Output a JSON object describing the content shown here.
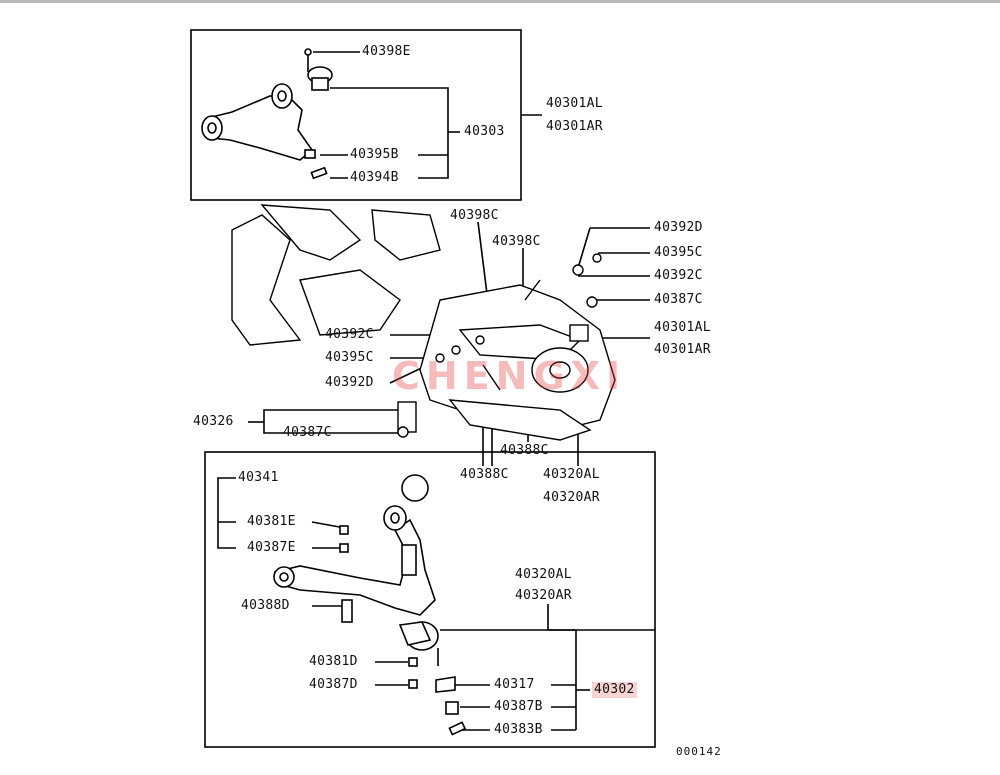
{
  "watermark": "CHENGXI",
  "highlight_color": "#f8d3d3",
  "diagram_code": "000142",
  "labels": {
    "upper_inset_40398E": "40398E",
    "upper_inset_40395B": "40395B",
    "upper_inset_40394B": "40394B",
    "upper_inset_40303": "40303",
    "upper_arm_L": "40301AL",
    "upper_arm_R": "40301AR",
    "mid_40398C_a": "40398C",
    "mid_40398C_b": "40398C",
    "mid_40392D_right": "40392D",
    "mid_40395C_right": "40395C",
    "mid_40392C_right": "40392C",
    "mid_40387C_right": "40387C",
    "mid_40301AL": "40301AL",
    "mid_40301AR": "40301AR",
    "mid_40392C_left": "40392C",
    "mid_40395C_left": "40395C",
    "mid_40392D_left": "40392D",
    "mid_40326": "40326",
    "mid_40387C_left": "40387C",
    "mid_40388C_a": "40388C",
    "mid_40388C_b": "40388C",
    "mid_40320AL": "40320AL",
    "mid_40320AR": "40320AR",
    "lower_40341": "40341",
    "lower_40381E": "40381E",
    "lower_40387E": "40387E",
    "lower_40388D": "40388D",
    "lower_40381D": "40381D",
    "lower_40387D": "40387D",
    "lower_40317": "40317",
    "lower_40387B": "40387B",
    "lower_40383B": "40383B",
    "lower_40302": "40302",
    "lower_arm_L": "40320AL",
    "lower_arm_R": "40320AR"
  }
}
